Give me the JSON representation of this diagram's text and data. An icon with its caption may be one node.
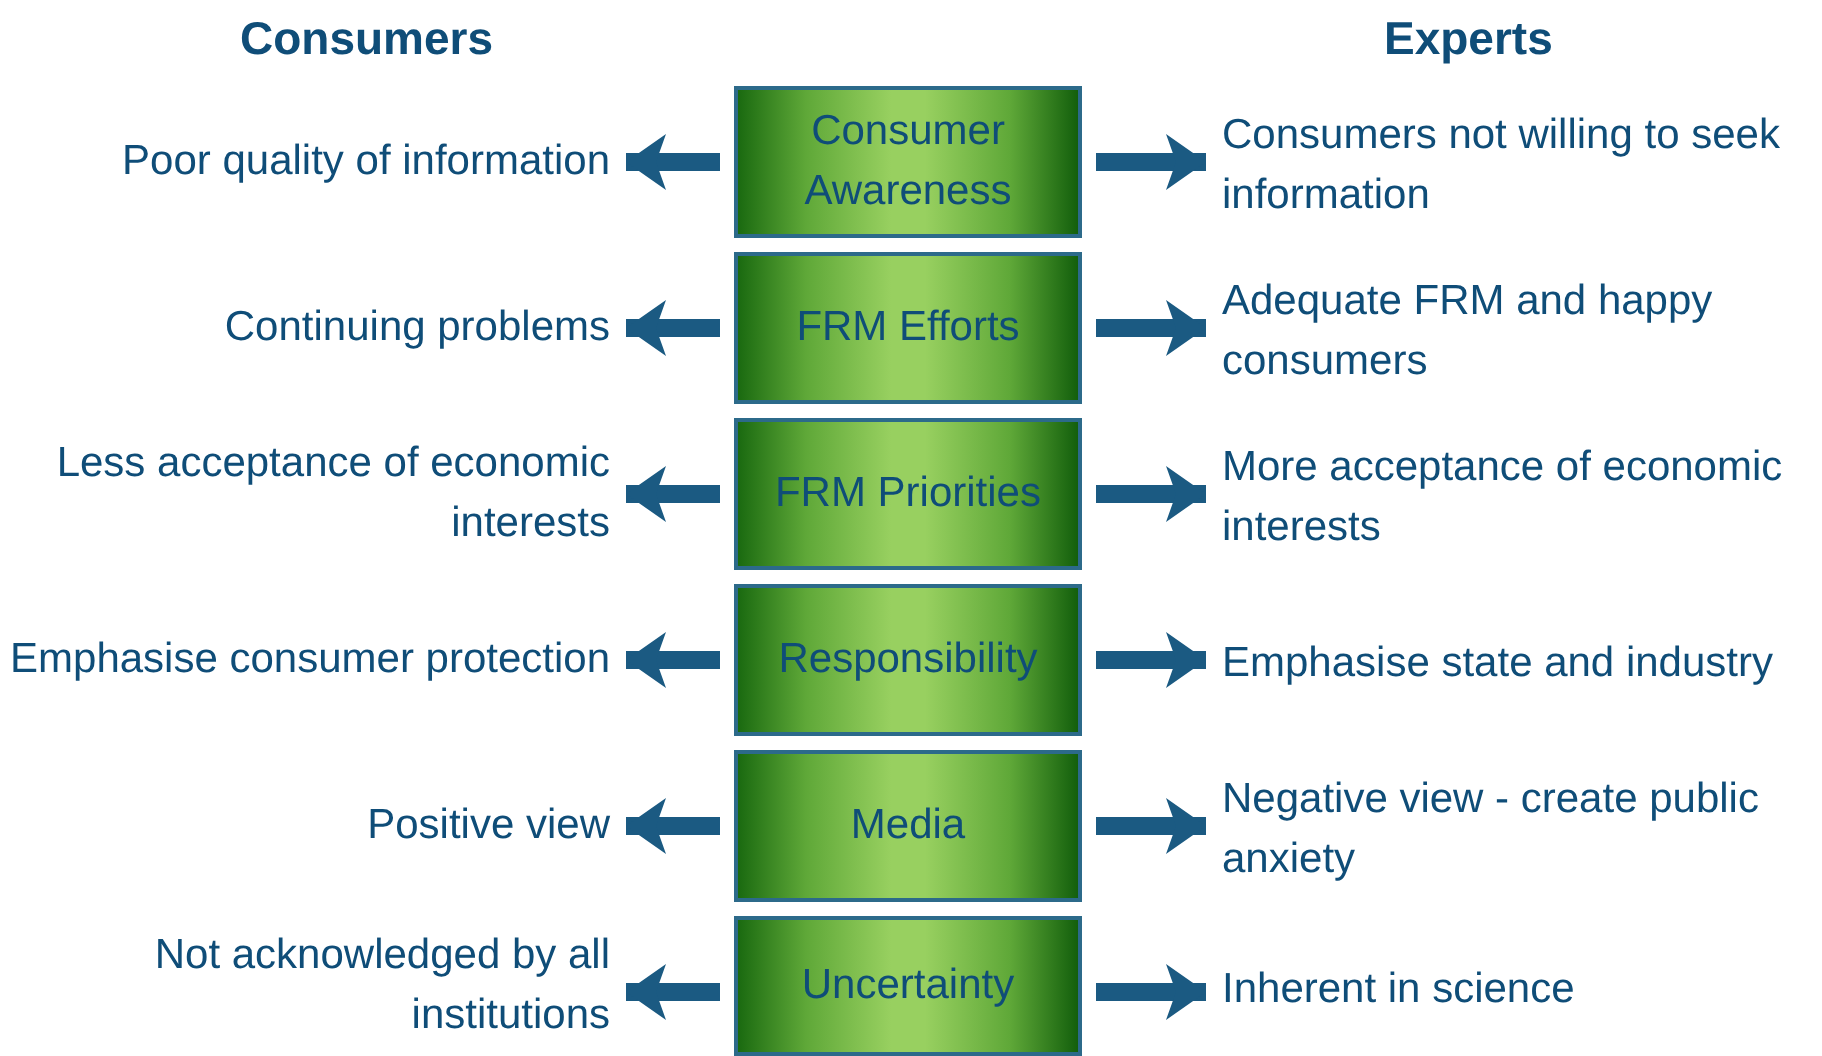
{
  "diagram": {
    "nodes": [
      {
        "text": [
          "Poor quality of information"
        ]
      },
      {
        "text": [
          "Consumer Awareness"
        ]
      },
      {
        "text": [
          "Consumers not willing to seek information"
        ]
      },
      {
        "text": [
          "Continuing problems"
        ]
      },
      {
        "text": [
          "FRM Efforts"
        ]
      },
      {
        "text": [
          "Adequate FRM and happy consumers"
        ]
      },
      {
        "text": [
          "Less acceptance of economic interests"
        ]
      },
      {
        "text": [
          "FRM Priorities"
        ]
      },
      {
        "text": [
          "More acceptance of economic interests"
        ]
      },
      {
        "text": [
          "Emphasise consumer protection"
        ]
      },
      {
        "text": [
          "Responsibility"
        ]
      },
      {
        "text": [
          "Emphasise state and industry"
        ]
      },
      {
        "text": [
          "Positive view"
        ]
      },
      {
        "text": [
          "Media"
        ]
      },
      {
        "text": [
          "Negative view - create public anxiety"
        ]
      },
      {
        "text": [
          "Not acknowledged by all institutions"
        ]
      },
      {
        "text": [
          "Uncertainty"
        ]
      },
      {
        "text": [
          "Inherent in science"
        ]
      }
    ],
    "edges": [
      {
        "from": 1,
        "to": 0,
        "arrow": "to"
      },
      {
        "from": 1,
        "to": 2,
        "arrow": "to"
      },
      {
        "from": 4,
        "to": 3,
        "arrow": "to"
      },
      {
        "from": 4,
        "to": 5,
        "arrow": "to"
      },
      {
        "from": 7,
        "to": 6,
        "arrow": "to"
      },
      {
        "from": 7,
        "to": 8,
        "arrow": "to"
      },
      {
        "from": 10,
        "to": 9,
        "arrow": "to"
      },
      {
        "from": 10,
        "to": 11,
        "arrow": "to"
      },
      {
        "from": 13,
        "to": 12,
        "arrow": "to"
      },
      {
        "from": 13,
        "to": 14,
        "arrow": "to"
      },
      {
        "from": 16,
        "to": 15,
        "arrow": "to"
      },
      {
        "from": 16,
        "to": 17,
        "arrow": "to"
      }
    ],
    "labels": [
      "Consumers",
      "Experts"
    ]
  }
}
